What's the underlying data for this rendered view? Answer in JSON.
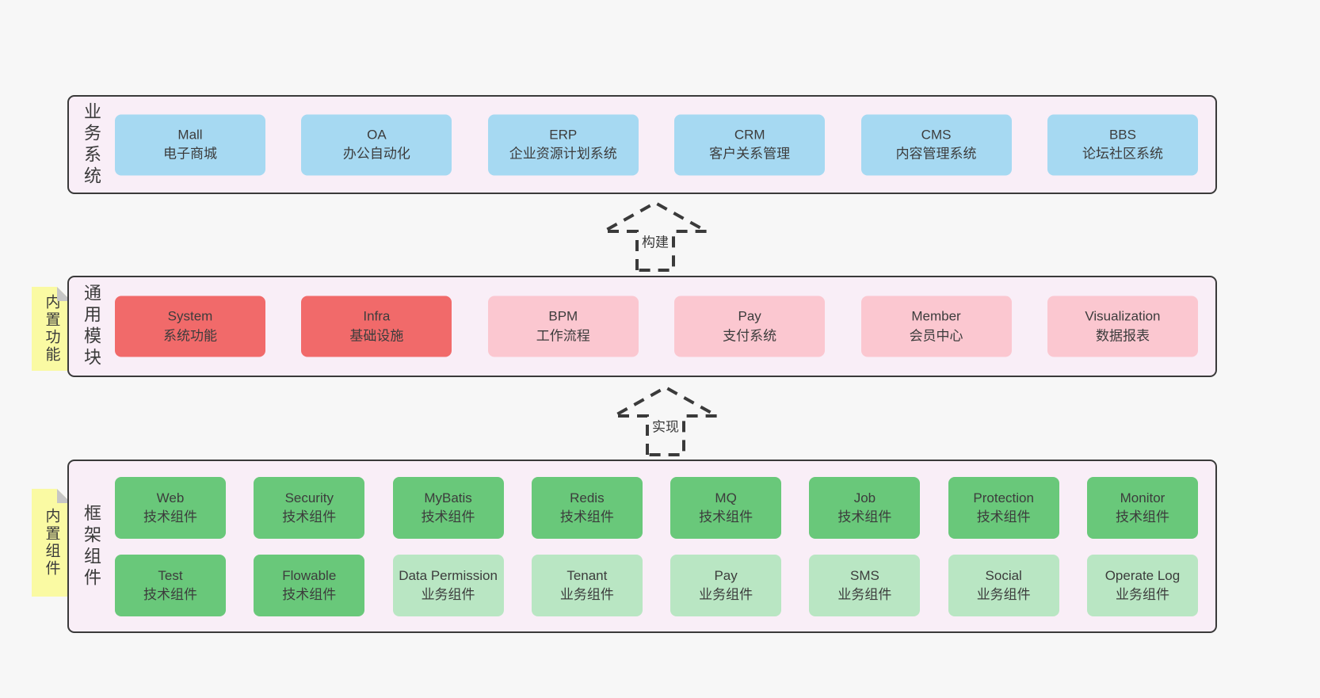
{
  "colors": {
    "page_bg": "#f7f7f7",
    "band_bg": "#f9eef7",
    "band_border": "#3a3a3a",
    "blue_box": "#a6d9f2",
    "red_box": "#f16a6a",
    "pink_box": "#fbc7d0",
    "green_box": "#69c87a",
    "light_green_box": "#b9e6c3",
    "sticky_note": "#fafaa3",
    "text": "#3c3c3c"
  },
  "arrows": {
    "build": "构建",
    "implement": "实现"
  },
  "bands": {
    "business": {
      "label": "业务系统",
      "boxes": [
        {
          "en": "Mall",
          "zh": "电子商城"
        },
        {
          "en": "OA",
          "zh": "办公自动化"
        },
        {
          "en": "ERP",
          "zh": "企业资源计划系统"
        },
        {
          "en": "CRM",
          "zh": "客户关系管理"
        },
        {
          "en": "CMS",
          "zh": "内容管理系统"
        },
        {
          "en": "BBS",
          "zh": "论坛社区系统"
        }
      ]
    },
    "modules": {
      "label": "通用模块",
      "sticky": "内置功能",
      "boxes": [
        {
          "en": "System",
          "zh": "系统功能"
        },
        {
          "en": "Infra",
          "zh": "基础设施"
        },
        {
          "en": "BPM",
          "zh": "工作流程"
        },
        {
          "en": "Pay",
          "zh": "支付系统"
        },
        {
          "en": "Member",
          "zh": "会员中心"
        },
        {
          "en": "Visualization",
          "zh": "数据报表"
        }
      ]
    },
    "framework": {
      "label": "框架组件",
      "sticky": "内置组件",
      "rows": [
        [
          {
            "en": "Web",
            "zh": "技术组件"
          },
          {
            "en": "Security",
            "zh": "技术组件"
          },
          {
            "en": "MyBatis",
            "zh": "技术组件"
          },
          {
            "en": "Redis",
            "zh": "技术组件"
          },
          {
            "en": "MQ",
            "zh": "技术组件"
          },
          {
            "en": "Job",
            "zh": "技术组件"
          },
          {
            "en": "Protection",
            "zh": "技术组件"
          },
          {
            "en": "Monitor",
            "zh": "技术组件"
          }
        ],
        [
          {
            "en": "Test",
            "zh": "技术组件"
          },
          {
            "en": "Flowable",
            "zh": "技术组件"
          },
          {
            "en": "Data Permission",
            "zh": "业务组件"
          },
          {
            "en": "Tenant",
            "zh": "业务组件"
          },
          {
            "en": "Pay",
            "zh": "业务组件"
          },
          {
            "en": "SMS",
            "zh": "业务组件"
          },
          {
            "en": "Social",
            "zh": "业务组件"
          },
          {
            "en": "Operate Log",
            "zh": "业务组件"
          }
        ]
      ]
    }
  }
}
